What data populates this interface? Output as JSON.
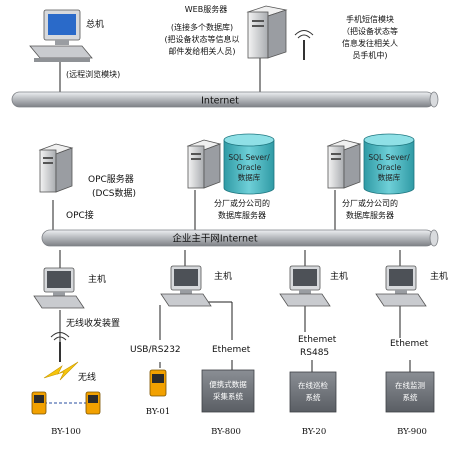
{
  "colors": {
    "pipe": "#b9bcc0",
    "pipe_dark": "#7e8186",
    "device": "#6b6f75",
    "db": "#43b3bd",
    "pda": "#f2a100",
    "bolt": "#f6c40c"
  },
  "top": {
    "host_title": "总机",
    "host_caption": "(远程浏览模块)",
    "web_title": "WEB服务器",
    "web_lines": [
      "(连接多个数据库)",
      "(把设备状态等信息以",
      "邮件发给相关人员)"
    ],
    "sms_lines": [
      "手机短信模块",
      "（把设备状态等",
      "信息发往相关人",
      "员手机中)"
    ]
  },
  "internet_label": "Internet",
  "middle": {
    "opc_lines": [
      "OPC服务器",
      "(DCS数据)"
    ],
    "opc_link": "OPC接",
    "db_label_lines": [
      "SQL Sever/",
      "Oracle",
      "数据库"
    ],
    "db_server_lines": [
      "分厂或分公司的",
      "数据库服务器"
    ]
  },
  "backbone_label": "企业主干网Internet",
  "bottom": {
    "host_label": "主机",
    "wireless_module": "无线收发装置",
    "wireless": "无线",
    "usb": "USB/RS232",
    "ethernet": "Ethemet",
    "rs485": "RS485",
    "box_portable": [
      "便携式数据",
      "采集系统"
    ],
    "box_patrol": [
      "在线巡检",
      "系统"
    ],
    "box_monitor": [
      "在线监测",
      "系统"
    ],
    "models": [
      "BY-100",
      "BY-01",
      "BY-800",
      "BY-20",
      "BY-900"
    ]
  }
}
